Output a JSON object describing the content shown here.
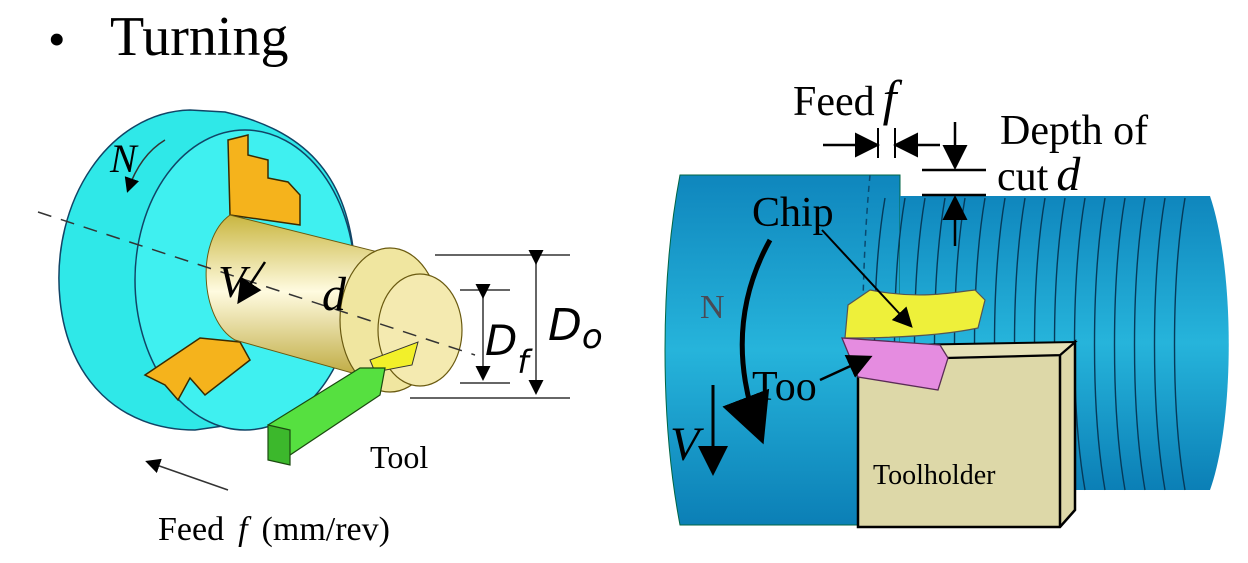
{
  "title": {
    "bullet": "•",
    "text": "Turning"
  },
  "left_diagram": {
    "labels": {
      "rotation": "N",
      "velocity": "V",
      "depth": "d",
      "final_diameter": "D",
      "final_diameter_sub": "f",
      "original_diameter": "D",
      "original_diameter_sub": "o",
      "tool": "Tool",
      "feed_prefix": "Feed",
      "feed_symbol": "f",
      "feed_unit": "(mm/rev)"
    },
    "colors": {
      "chuck": "#22e6e6",
      "jaws": "#f5b31c",
      "workpiece": "#e8dc7a",
      "tool": "#44d432",
      "chip": "#f2f02a"
    }
  },
  "right_diagram": {
    "labels": {
      "feed_prefix": "Feed",
      "feed_symbol": "f",
      "depth_line1": "Depth of",
      "depth_line2_prefix": "cut",
      "depth_symbol": "d",
      "chip": "Chip",
      "rotation": "N",
      "velocity": "V",
      "tool": "Too",
      "toolholder": "Toolholder"
    },
    "colors": {
      "workpiece": "#1aa6d4",
      "chip": "#eef03a",
      "tool": "#e58ce0",
      "toolholder": "#ddd8a8"
    }
  }
}
